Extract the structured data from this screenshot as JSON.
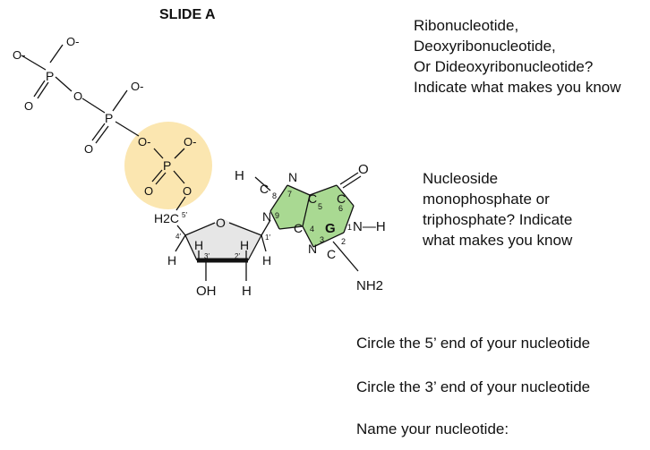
{
  "slide": {
    "title": "SLIDE A"
  },
  "questions": {
    "q1": [
      "Ribonucleotide,",
      "Deoxyribonucleotide,",
      "Or Dideoxyribonucleotide?",
      "Indicate what makes you know"
    ],
    "q2": [
      "Nucleoside",
      "monophosphate or",
      "triphosphate? Indicate",
      "what makes you know"
    ]
  },
  "tasks": {
    "circle_5": "Circle the 5’ end of your nucleotide",
    "circle_3": "Circle the 3’ end of your nucleotide",
    "name": "Name your nucleotide:"
  },
  "molecule": {
    "phosphate1": {
      "p": "P",
      "o_minus_left": "O-",
      "o_minus_top": "O-",
      "o_double": "O",
      "o_bridge": "O"
    },
    "phosphate2": {
      "p": "P",
      "o_minus": "O-",
      "o_double": "O"
    },
    "phosphate3": {
      "p": "P",
      "o_minus_left": "O-",
      "o_minus_right": "O-",
      "o_double": "O",
      "o_ester": "O"
    },
    "sugar": {
      "c5": "H2C",
      "c5_num": "5′",
      "ring_o": "O",
      "c4_num": "4′",
      "c3_num": "3′",
      "c2_num": "2′",
      "c1_num": "1′",
      "h": "H",
      "oh_3": "OH",
      "h_2": "H"
    },
    "base": {
      "letter": "G",
      "n7": "N",
      "n9": "N",
      "n1h": "N—H",
      "n3": "N",
      "c8": "C",
      "c4": "C",
      "c5": "C",
      "c6": "C",
      "c2": "C",
      "h8": "H",
      "o6": "O",
      "nh2": "NH2",
      "num_8": "8",
      "num_7": "7",
      "num_9": "9",
      "num_5": "5",
      "num_6": "6",
      "num_4": "4",
      "num_3": "3",
      "num_2": "2",
      "num_1": "1"
    },
    "colors": {
      "phosphate_highlight": "#fbe6b0",
      "base_fill": "#a9d992",
      "sugar_fill": "#e6e6e6"
    }
  }
}
